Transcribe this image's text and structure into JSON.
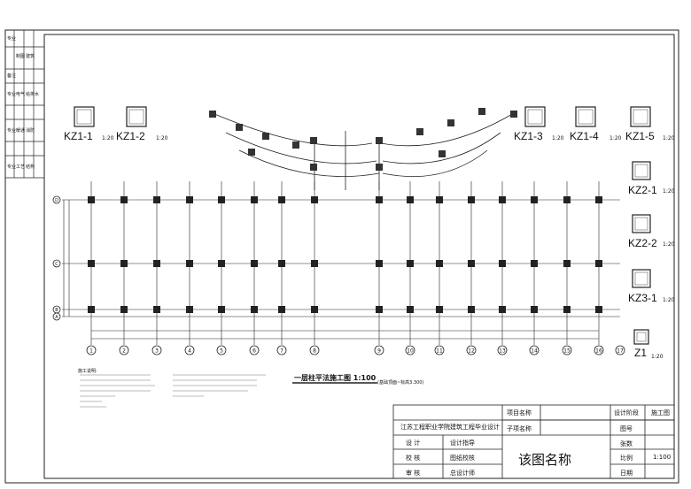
{
  "drawing": {
    "plan_title": "一层柱平法施工图 1:100",
    "plan_note": "(基础顶面~标高3.300)",
    "notes_heading": "施工说明:"
  },
  "left_strip": {
    "rows": [
      {
        "a": "专业",
        "b": "制图",
        "c": "建筑"
      },
      {
        "a": "备注",
        "b": "",
        "c": ""
      },
      {
        "a": "专业",
        "b": "电气",
        "c": "给排水"
      },
      {
        "a": "专业",
        "b": "暖通",
        "c": "消防"
      },
      {
        "a": "专业",
        "b": "工艺",
        "c": "结构"
      }
    ]
  },
  "column_sections": [
    {
      "id": "KZ1-1",
      "scale": "1:20"
    },
    {
      "id": "KZ1-2",
      "scale": "1:20"
    },
    {
      "id": "KZ1-3",
      "scale": "1:20"
    },
    {
      "id": "KZ1-4",
      "scale": "1:20"
    },
    {
      "id": "KZ1-5",
      "scale": "1:20"
    },
    {
      "id": "KZ2-1",
      "scale": "1:20"
    },
    {
      "id": "KZ2-2",
      "scale": "1:20"
    },
    {
      "id": "KZ3-1",
      "scale": "1:20"
    },
    {
      "id": "Z1",
      "scale": "1:20"
    }
  ],
  "axes": {
    "numbers": [
      "1",
      "2",
      "3",
      "4",
      "5",
      "6",
      "7",
      "8",
      "9",
      "10",
      "11",
      "12",
      "13",
      "14",
      "15",
      "16",
      "17"
    ],
    "letters": [
      "D",
      "C",
      "B",
      "A"
    ]
  },
  "title_block": {
    "school": "江苏工程职业学院建筑工程毕业设计",
    "project_name_label": "项目名称",
    "sub_item_label": "子项名称",
    "design_stage_label": "设计阶段",
    "design_stage_value": "施工图",
    "drawing_no_label": "图号",
    "sheets_label": "张数",
    "scale_label": "比例",
    "scale_value": "1:100",
    "date_label": "日期",
    "design_label": "设 计",
    "review_label": "校 核",
    "audit_label": "审 核",
    "chief_designer_label": "设计指导",
    "drawing_checker_label": "图纸校核",
    "project_lead_label": "总设计师",
    "drawing_name": "该图名称"
  }
}
